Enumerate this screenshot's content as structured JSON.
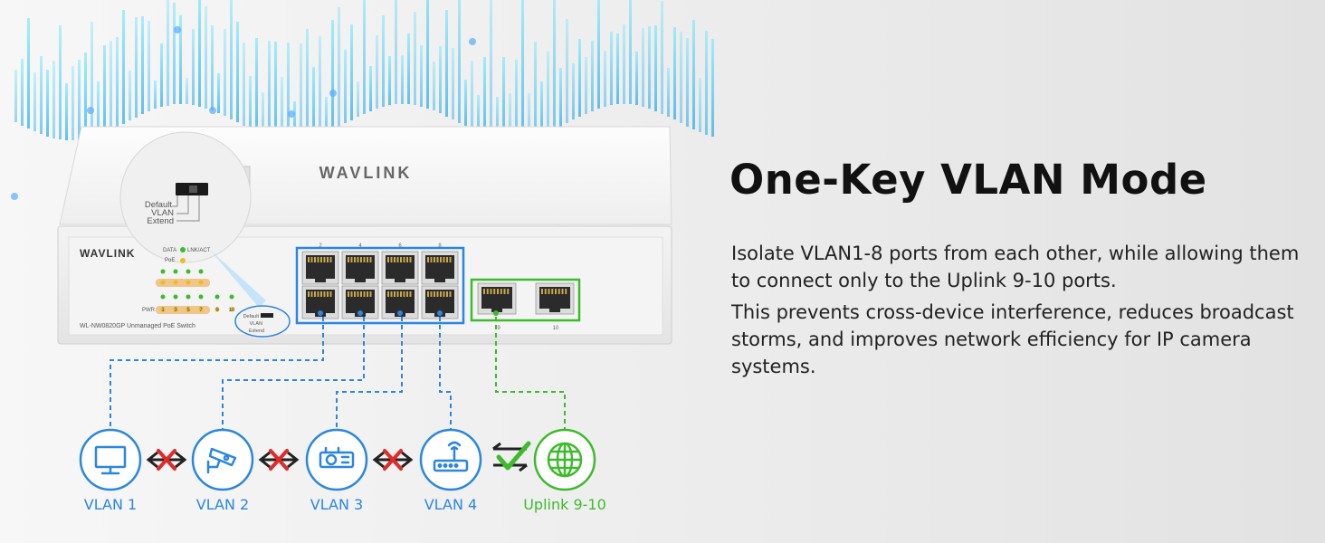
{
  "headline": "One-Key VLAN Mode",
  "paragraphs": [
    "Isolate VLAN1-8 ports from each other, while allowing them to connect only to the Uplink 9-10 ports.",
    "This prevents cross-device interference, reduces broadcast storms, and improves network efficiency for IP camera systems."
  ],
  "switch": {
    "brand": "WAVLINK",
    "model": "WL-NW0820GP Unmanaged PoE Switch",
    "led_labels": {
      "data": "DATA",
      "lnk_act": "LNK/ACT",
      "poe": "PoE",
      "pwr": "PWR"
    },
    "top_port_numbers": [
      "2",
      "4",
      "6",
      "8"
    ],
    "front_numbers": [
      "1",
      "3",
      "5",
      "7",
      "9",
      "10"
    ],
    "uplink_port_numbers": [
      "9",
      "10"
    ],
    "mode_switch_labels": [
      "Default",
      "VLAN",
      "Extend"
    ]
  },
  "devices": [
    {
      "label": "VLAN 1",
      "icon": "monitor-icon"
    },
    {
      "label": "VLAN 2",
      "icon": "security-camera-icon"
    },
    {
      "label": "VLAN 3",
      "icon": "projector-icon"
    },
    {
      "label": "VLAN 4",
      "icon": "router-icon"
    },
    {
      "label": "Uplink 9-10",
      "icon": "globe-icon"
    }
  ],
  "colors": {
    "vlan_blue": "#2a86e0",
    "uplink_green": "#3dbb2c",
    "blocked_red": "#e02a2a",
    "heading_text": "#111111",
    "accent_cyan": "#1ec8f0"
  }
}
